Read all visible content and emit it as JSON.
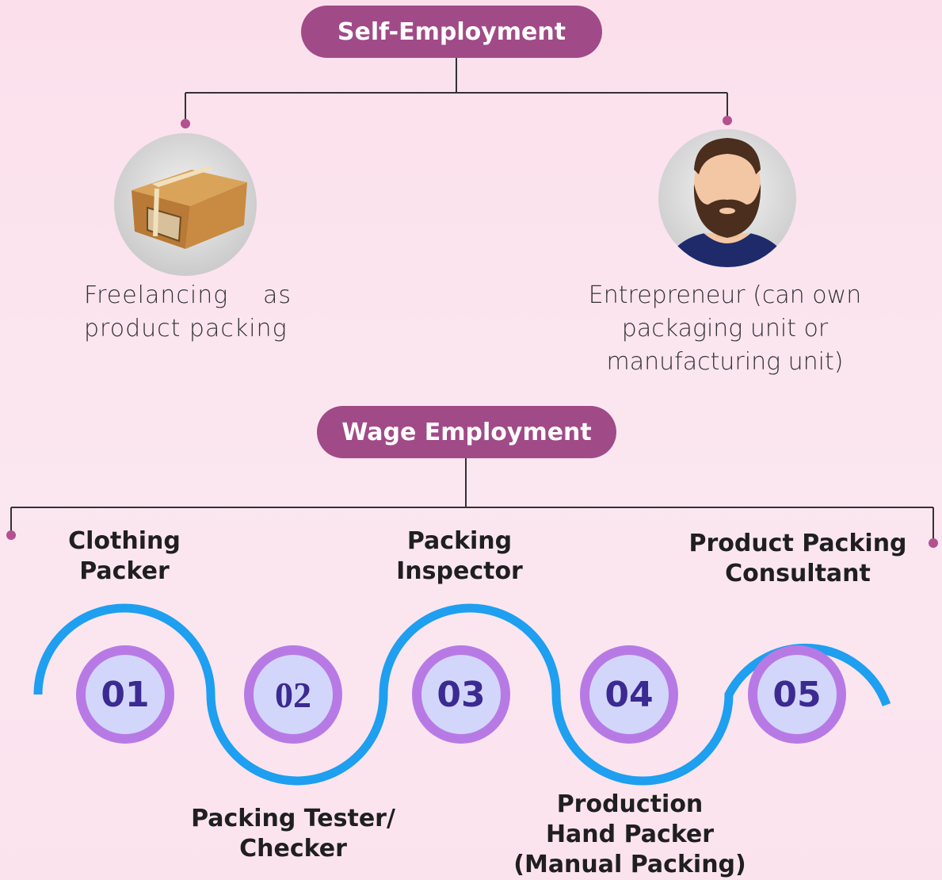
{
  "self_employment": {
    "title": "Self-Employment",
    "options": [
      {
        "label": "Freelancing as product packing",
        "icon": "cardboard-box-icon"
      },
      {
        "label": "Entrepreneur (can own packaging unit or manufacturing unit)",
        "icon": "bearded-man-avatar-icon"
      }
    ]
  },
  "wage_employment": {
    "title": "Wage Employment",
    "jobs": [
      {
        "number": "01",
        "title": "Clothing Packer"
      },
      {
        "number": "02",
        "title": "Packing Tester/ Checker"
      },
      {
        "number": "03",
        "title": "Packing Inspector"
      },
      {
        "number": "04",
        "title": "Production Hand Packer (Manual Packing)"
      },
      {
        "number": "05",
        "title": "Product Packing Consultant"
      }
    ]
  },
  "colors": {
    "pill": "#a14a88",
    "connector_dot": "#b5508f",
    "wave": "#1e9ff0",
    "number_ring": "#b77ae5",
    "number_inner": "#d3d6fb",
    "number_text": "#3b2a91"
  }
}
